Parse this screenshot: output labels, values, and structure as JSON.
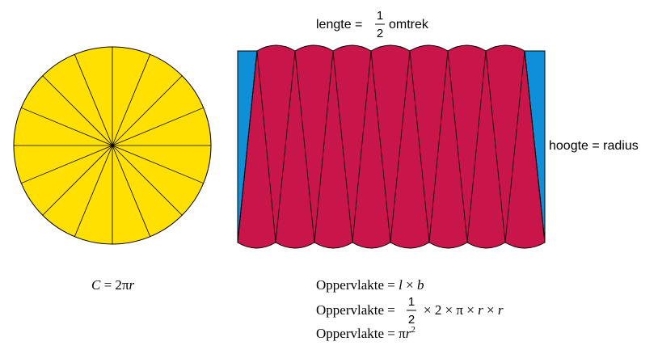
{
  "colors": {
    "circle_fill": "#ffe000",
    "sector_fill": "#c8154a",
    "edge_fill": "#0f8fd8",
    "line": "#000000"
  },
  "circle": {
    "sectors": 16,
    "formula": {
      "c": "C",
      "eq": " = 2",
      "pi": "π",
      "r": "r"
    }
  },
  "rectangle": {
    "sector_count": 16,
    "length_label": {
      "prefix": "lengte = ",
      "num": "1",
      "den": "2",
      "suffix": "omtrek"
    },
    "height_label": "hoogte = radius"
  },
  "formulas": {
    "line1": {
      "word": "Oppervlakte",
      "eq": " = ",
      "l": "l",
      "times": " × ",
      "b": "b"
    },
    "line2": {
      "word": "Oppervlakte",
      "eq": " = ",
      "num": "1",
      "den": "2",
      "rest_a": "× 2 × π × ",
      "r1": "r",
      "times": " × ",
      "r2": "r"
    },
    "line3": {
      "word": "Oppervlakte",
      "eq": " = ",
      "pi": "π",
      "r": "r",
      "sup": "2"
    }
  }
}
